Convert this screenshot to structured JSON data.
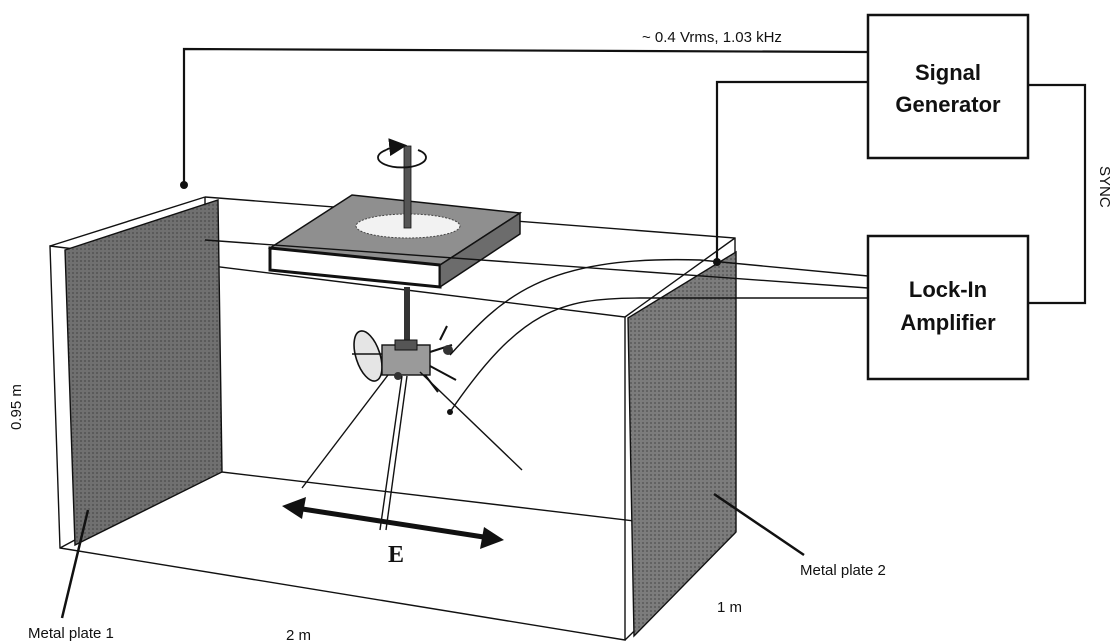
{
  "diagram": {
    "signal_label": "~ 0.4 Vrms, 1.03 kHz",
    "signal_generator": {
      "line1": "Signal",
      "line2": "Generator"
    },
    "lock_in_amplifier": {
      "line1": "Lock-In",
      "line2": "Amplifier"
    },
    "sync_label": "SYNC",
    "height_label": "0.95 m",
    "width_label": "2 m",
    "depth_label": "1 m",
    "field_label": "E",
    "metal_plate_1": "Metal plate 1",
    "metal_plate_2": "Metal plate 2"
  },
  "colors": {
    "plate_fill": "#6e6e6e",
    "platform_fill": "#8a8a8a",
    "line": "#111111",
    "background": "#ffffff"
  },
  "icons": [
    "rotation-arrow-icon",
    "spacecraft-model-icon",
    "double-arrow-icon"
  ]
}
